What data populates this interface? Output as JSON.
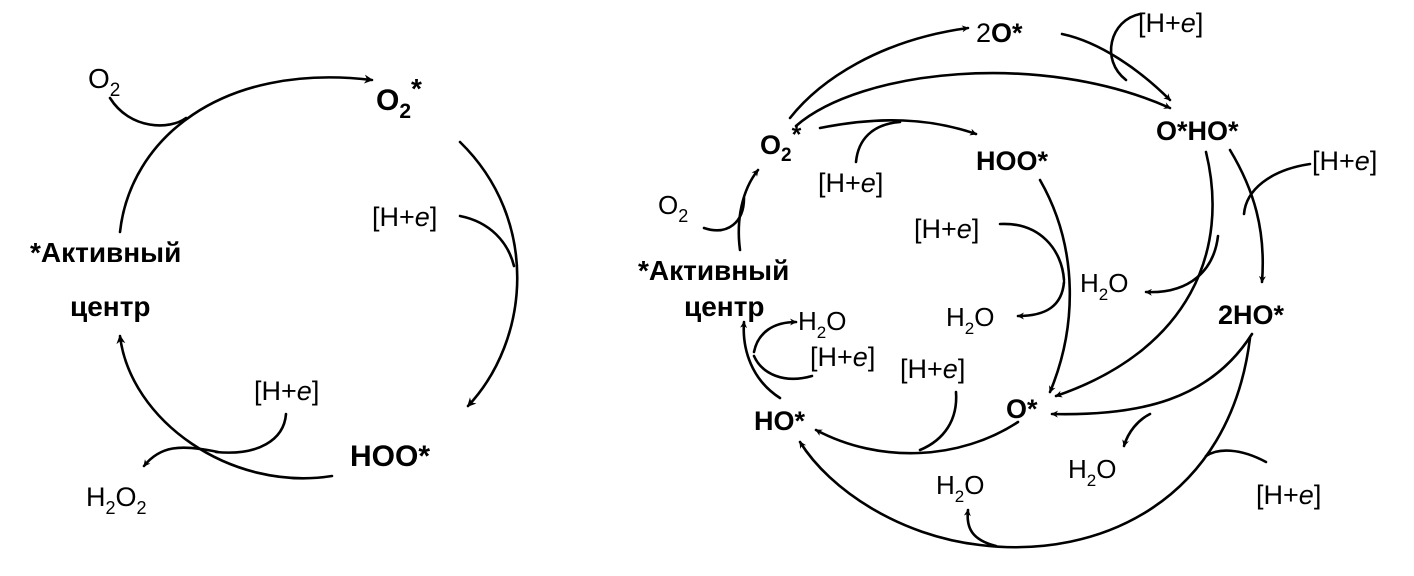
{
  "labels": {
    "active_site_line1": "*Активный",
    "active_site_line2": "центр",
    "o2": "O",
    "o2_sub": "2",
    "o2_star": "O",
    "o2_star_sub": "2",
    "o2_star_suffix": "*",
    "hoo_star": "HOO*",
    "h2o2": "H",
    "h2o2_sub1": "2",
    "h2o2_mid": "O",
    "h2o2_sub2": "2",
    "h_e_open": "[H+",
    "h_e_italic": "e",
    "h_e_close": "]",
    "two_o_num": "2",
    "two_o_bold": "O*",
    "o_ho_star": "O*HO*",
    "two_ho_star": "2HO*",
    "o_star": "O*",
    "ho_star": "HO*",
    "h2o": "H",
    "h2o_sub": "2",
    "h2o_tail": "O"
  },
  "colors": {
    "ink": "#000000",
    "background": "#ffffff"
  }
}
